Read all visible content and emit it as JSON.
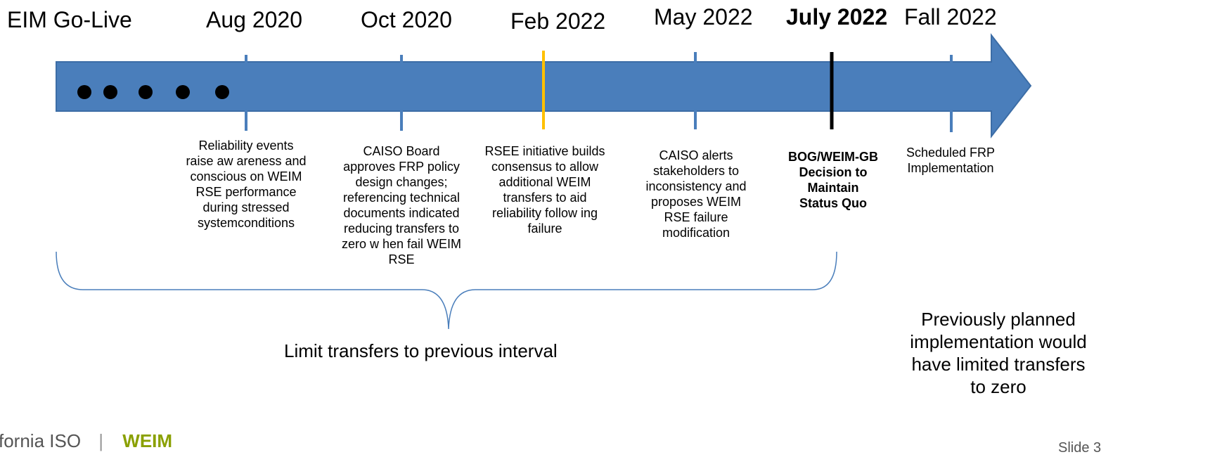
{
  "colors": {
    "arrow_fill": "#4a7ebb",
    "arrow_stroke": "#3c6da6",
    "tick_default": "#4a7ebb",
    "tick_highlight": "#ffc000",
    "tick_current": "#000000",
    "bracket": "#4a7ebb",
    "logo_green": "#8aa000"
  },
  "milestones": [
    {
      "date": "EIM Go-Live",
      "date_bold": false,
      "tick": "none",
      "description": [],
      "desc_bold": false
    },
    {
      "date": "Aug 2020",
      "date_bold": false,
      "tick": "default",
      "description": [
        "Reliability events",
        "raise aw areness and",
        "conscious on WEIM",
        "RSE performance",
        "during stressed",
        "systemconditions"
      ],
      "desc_bold": false
    },
    {
      "date": "Oct 2020",
      "date_bold": false,
      "tick": "default",
      "description": [
        "CAISO Board",
        "approves FRP policy",
        "design changes;",
        "referencing technical",
        "documents indicated",
        "reducing transfers to",
        "zero w hen fail WEIM",
        "RSE"
      ],
      "desc_bold": false
    },
    {
      "date": "Feb 2022",
      "date_bold": false,
      "tick": "highlight",
      "description": [
        "RSEE  initiative builds",
        "consensus to allow",
        "additional WEIM",
        "transfers to aid",
        "reliability follow ing",
        "failure"
      ],
      "desc_bold": false
    },
    {
      "date": "May 2022",
      "date_bold": false,
      "tick": "default",
      "description": [
        "CAISO alerts",
        "stakeholders to",
        "inconsistency and",
        "proposes WEIM",
        "RSE failure",
        "modification"
      ],
      "desc_bold": false
    },
    {
      "date": "July 2022",
      "date_bold": true,
      "tick": "current",
      "description": [
        "BOG/WEIM-GB",
        "Decision to",
        "Maintain",
        "Status Quo"
      ],
      "desc_bold": true
    },
    {
      "date": "Fall 2022",
      "date_bold": false,
      "tick": "default",
      "description": [
        "Scheduled FRP",
        "Implementation"
      ],
      "desc_bold": false
    }
  ],
  "dots": 5,
  "bracket_label": "Limit transfers to previous interval",
  "note": [
    "Previously planned",
    "implementation would",
    "have limited transfers",
    "to zero"
  ],
  "footer": {
    "logo_left": "fornia ISO",
    "logo_divider": "|",
    "logo_right": "WEIM",
    "slide": "Slide 3"
  }
}
